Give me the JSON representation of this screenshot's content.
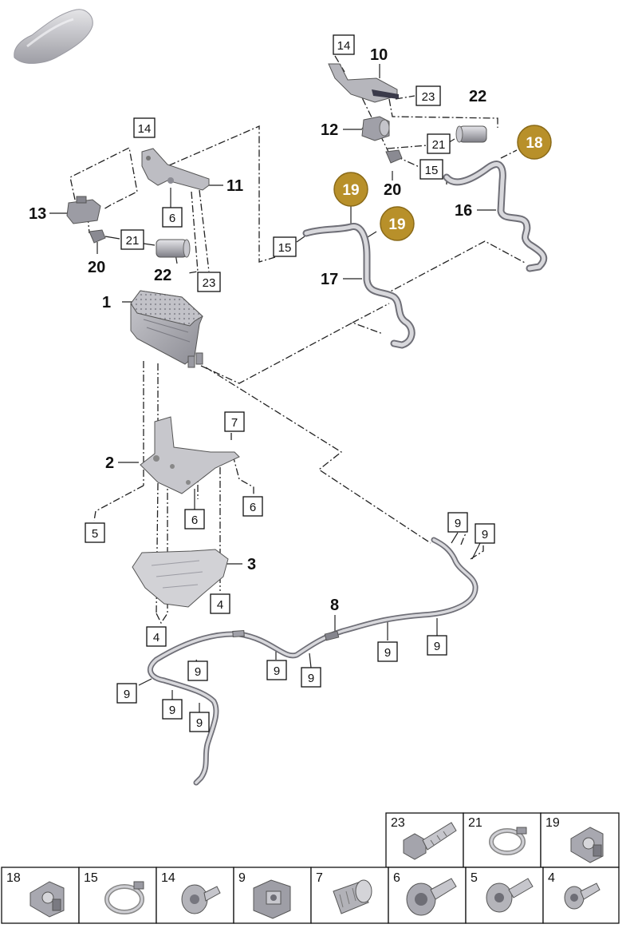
{
  "colors": {
    "badge_fill": "#b8902a",
    "badge_stroke": "#8a6a18",
    "part_light": "#d4d4d8",
    "part_mid": "#a9a9b0",
    "part_dark": "#6e6e76",
    "line": "#222222"
  },
  "icons": {
    "car": "car-silhouette-icon"
  },
  "labels": {
    "bold": [
      {
        "id": "1",
        "text": "1"
      },
      {
        "id": "2",
        "text": "2"
      },
      {
        "id": "3",
        "text": "3"
      },
      {
        "id": "8",
        "text": "8"
      },
      {
        "id": "10",
        "text": "10"
      },
      {
        "id": "11",
        "text": "11"
      },
      {
        "id": "12",
        "text": "12"
      },
      {
        "id": "13",
        "text": "13"
      },
      {
        "id": "16",
        "text": "16"
      },
      {
        "id": "17",
        "text": "17"
      },
      {
        "id": "20a",
        "text": "20"
      },
      {
        "id": "20b",
        "text": "20"
      },
      {
        "id": "22a",
        "text": "22"
      },
      {
        "id": "22b",
        "text": "22"
      }
    ],
    "boxed": [
      {
        "id": "14a",
        "text": "14"
      },
      {
        "id": "14b",
        "text": "14"
      },
      {
        "id": "23a",
        "text": "23"
      },
      {
        "id": "23b",
        "text": "23"
      },
      {
        "id": "21a",
        "text": "21"
      },
      {
        "id": "21b",
        "text": "21"
      },
      {
        "id": "15a",
        "text": "15"
      },
      {
        "id": "15b",
        "text": "15"
      },
      {
        "id": "6a",
        "text": "6"
      },
      {
        "id": "6b",
        "text": "6"
      },
      {
        "id": "6c",
        "text": "6"
      },
      {
        "id": "7",
        "text": "7"
      },
      {
        "id": "5",
        "text": "5"
      },
      {
        "id": "4a",
        "text": "4"
      },
      {
        "id": "4b",
        "text": "4"
      },
      {
        "id": "9a",
        "text": "9"
      },
      {
        "id": "9b",
        "text": "9"
      },
      {
        "id": "9c",
        "text": "9"
      },
      {
        "id": "9d",
        "text": "9"
      },
      {
        "id": "9e",
        "text": "9"
      },
      {
        "id": "9f",
        "text": "9"
      },
      {
        "id": "9g",
        "text": "9"
      },
      {
        "id": "9h",
        "text": "9"
      },
      {
        "id": "9i",
        "text": "9"
      },
      {
        "id": "9j",
        "text": "9"
      }
    ],
    "badges": [
      {
        "id": "18",
        "text": "18"
      },
      {
        "id": "19a",
        "text": "19"
      },
      {
        "id": "19b",
        "text": "19"
      }
    ]
  },
  "fastener_table": {
    "top_row": [
      {
        "number": "23",
        "icon": "bolt-hex-icon"
      },
      {
        "number": "21",
        "icon": "hose-clamp-icon"
      },
      {
        "number": "19",
        "icon": "pipe-clip-icon"
      }
    ],
    "bottom_row": [
      {
        "number": "18",
        "icon": "pipe-clip-icon"
      },
      {
        "number": "15",
        "icon": "hose-clamp-icon"
      },
      {
        "number": "14",
        "icon": "flange-screw-icon"
      },
      {
        "number": "9",
        "icon": "clip-nut-icon"
      },
      {
        "number": "7",
        "icon": "rivet-nut-icon"
      },
      {
        "number": "6",
        "icon": "torx-flange-bolt-icon"
      },
      {
        "number": "5",
        "icon": "torx-button-screw-icon"
      },
      {
        "number": "4",
        "icon": "torx-screw-icon"
      }
    ]
  }
}
